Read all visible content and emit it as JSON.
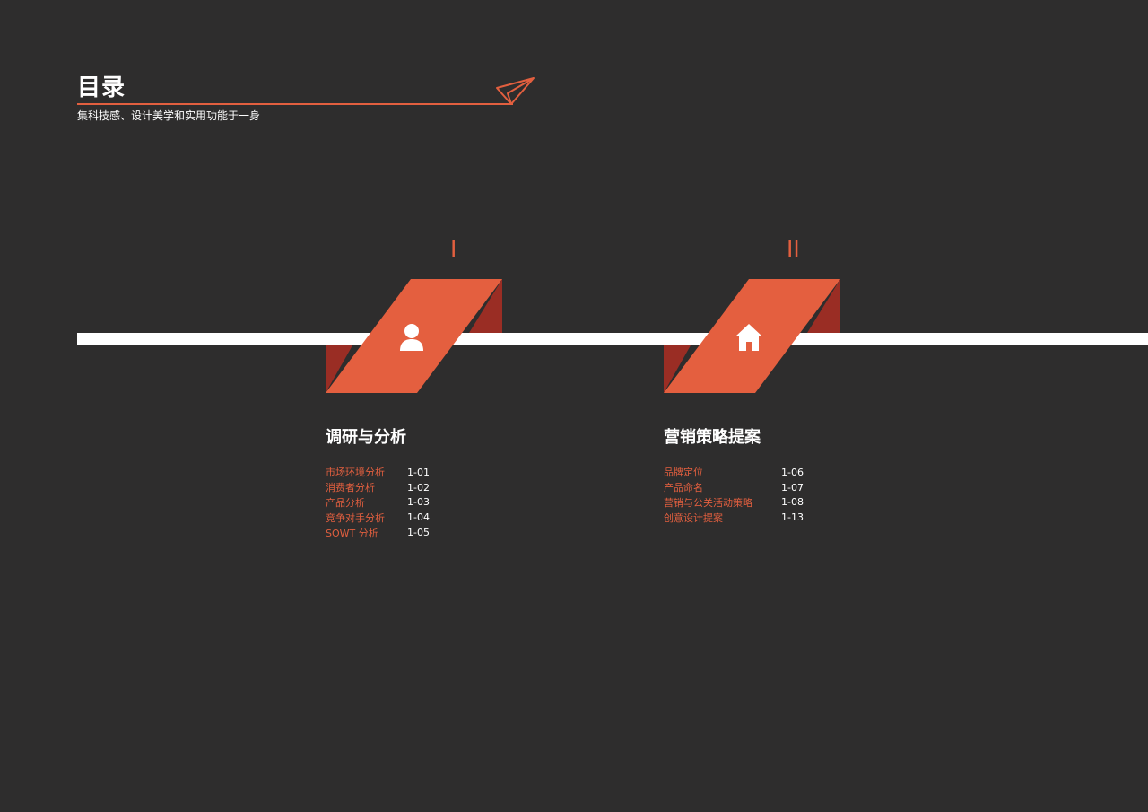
{
  "header": {
    "title": "目录",
    "subtitle": "集科技感、设计美学和实用功能于一身",
    "accent_color": "#e25f3f"
  },
  "sections": [
    {
      "numeral": "I",
      "icon": "person-icon",
      "title": "调研与分析",
      "items": [
        {
          "label": "市场环境分析",
          "page": "1-01"
        },
        {
          "label": "消费者分析",
          "page": "1-02"
        },
        {
          "label": "产品分析",
          "page": "1-03"
        },
        {
          "label": "竞争对手分析",
          "page": "1-04"
        },
        {
          "label": "SOWT 分析",
          "page": "1-05"
        }
      ]
    },
    {
      "numeral": "II",
      "icon": "home-icon",
      "title": "营销策略提案",
      "items": [
        {
          "label": "品牌定位",
          "page": "1-06"
        },
        {
          "label": "产品命名",
          "page": "1-07"
        },
        {
          "label": "营销与公关活动策略",
          "page": "1-08"
        },
        {
          "label": "创意设计提案",
          "page": "1-13"
        }
      ]
    }
  ]
}
